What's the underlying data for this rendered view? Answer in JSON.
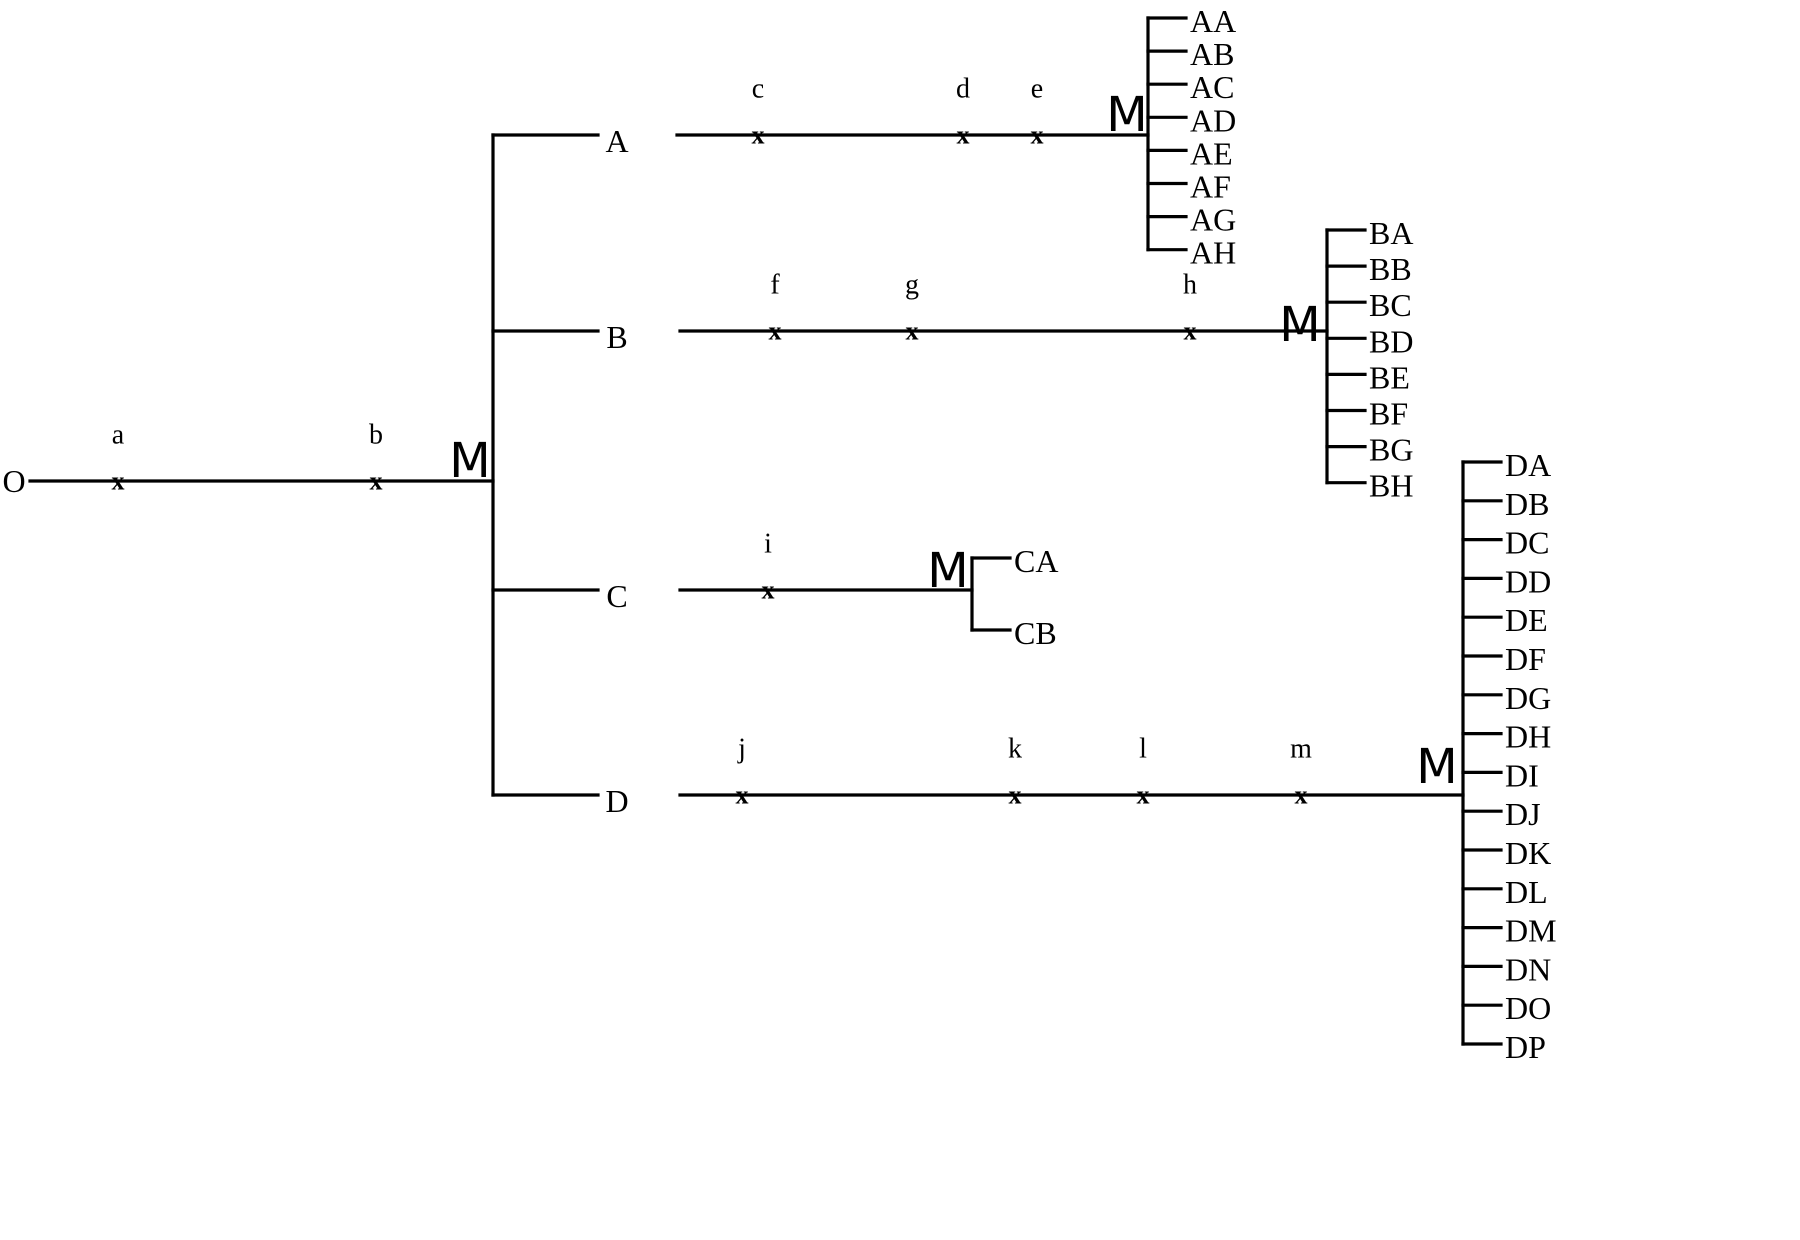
{
  "origin": "O",
  "junction": "M",
  "root_markers": [
    "a",
    "b"
  ],
  "branches": [
    {
      "label": "A",
      "markers": [
        "c",
        "d",
        "e"
      ],
      "terminal": "M",
      "leaves": [
        "AA",
        "AB",
        "AC",
        "AD",
        "AE",
        "AF",
        "AG",
        "AH"
      ]
    },
    {
      "label": "B",
      "markers": [
        "f",
        "g",
        "h"
      ],
      "terminal": "M",
      "leaves": [
        "BA",
        "BB",
        "BC",
        "BD",
        "BE",
        "BF",
        "BG",
        "BH"
      ]
    },
    {
      "label": "C",
      "markers": [
        "i"
      ],
      "terminal": "M",
      "leaves": [
        "CA",
        "CB"
      ]
    },
    {
      "label": "D",
      "markers": [
        "j",
        "k",
        "l",
        "m"
      ],
      "terminal": "M",
      "leaves": [
        "DA",
        "DB",
        "DC",
        "DD",
        "DE",
        "DF",
        "DG",
        "DH",
        "DI",
        "DJ",
        "DK",
        "DL",
        "DM",
        "DN",
        "DO",
        "DP"
      ]
    }
  ]
}
